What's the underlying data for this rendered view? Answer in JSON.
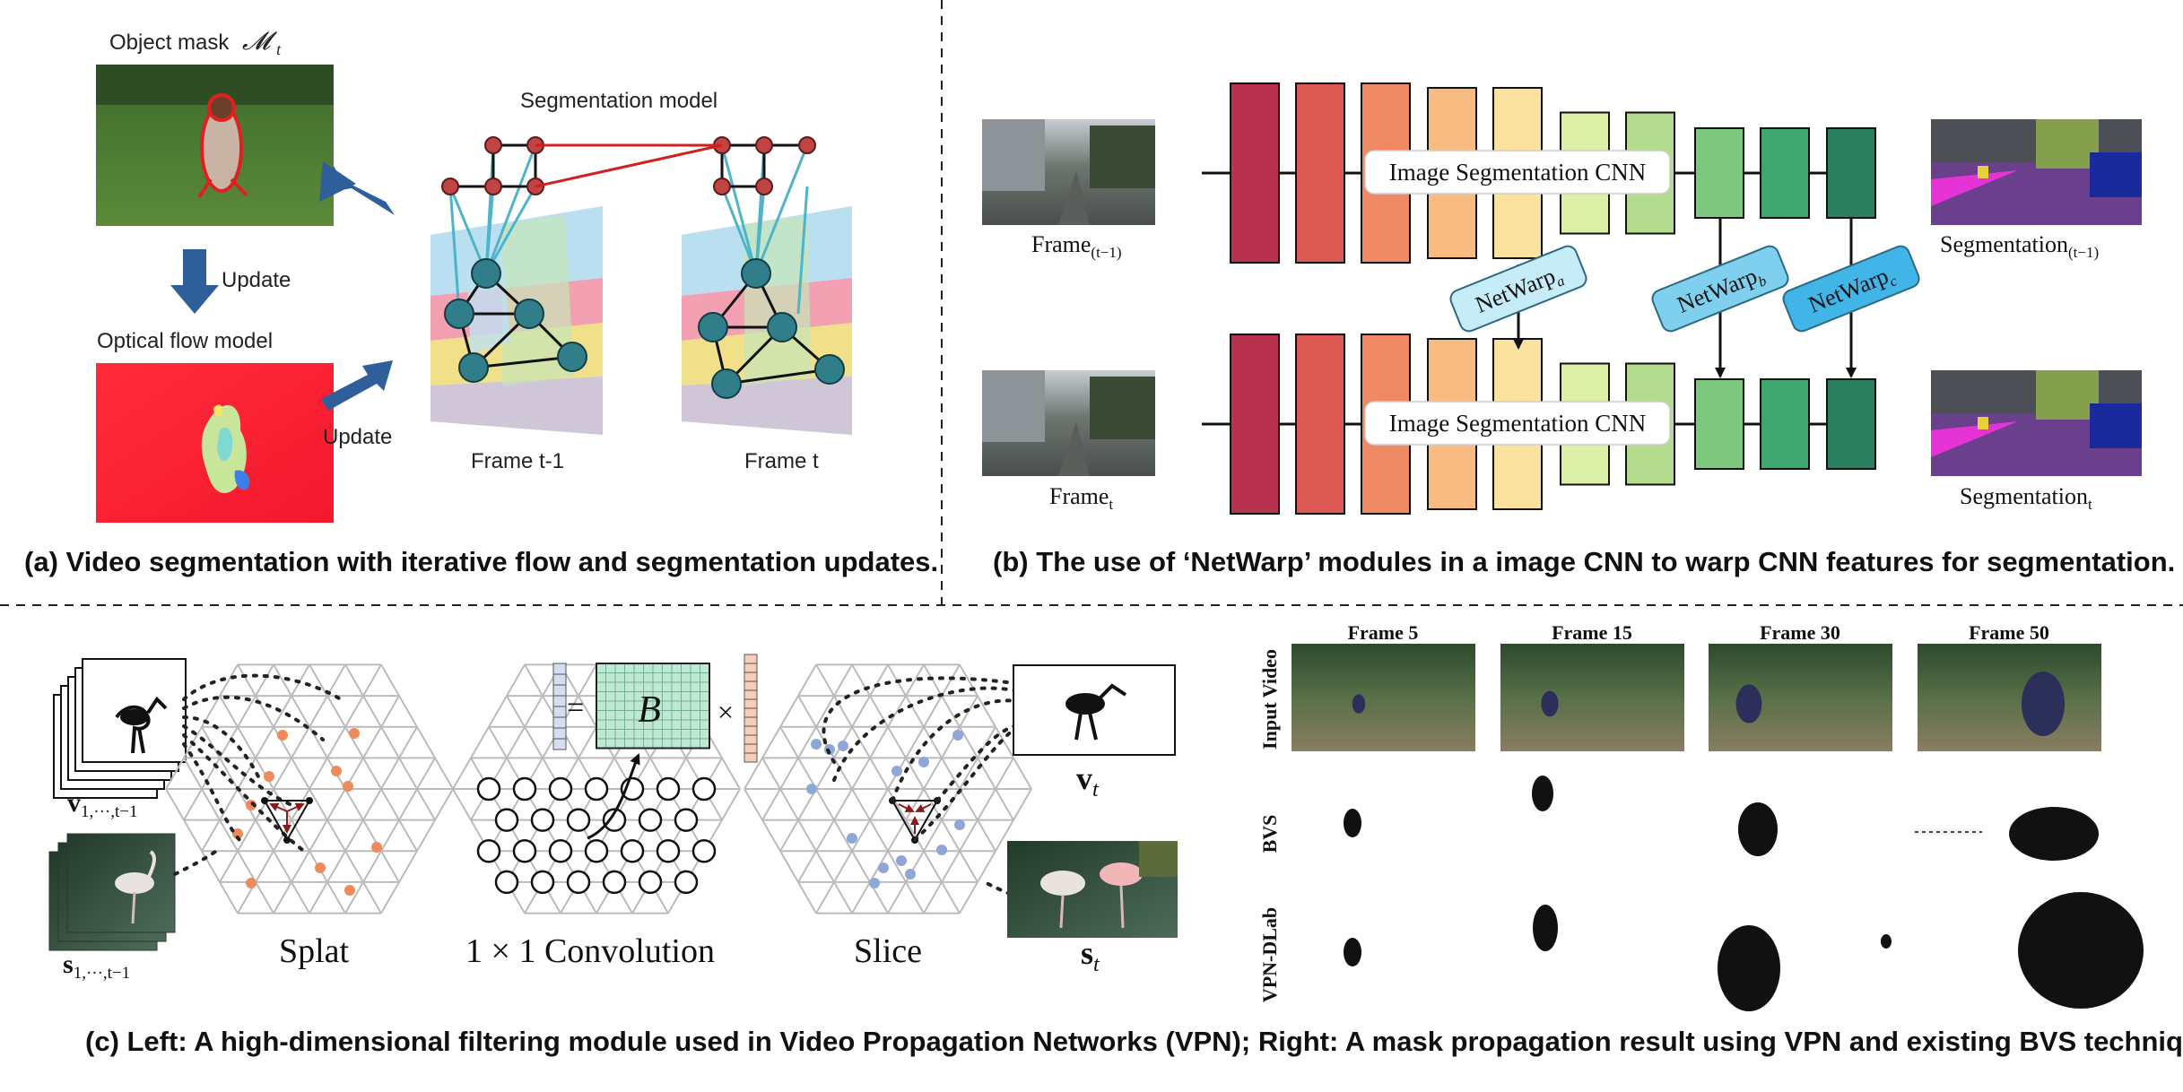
{
  "panel_a": {
    "object_mask_label": "Object mask",
    "object_mask_symbol": "𝓜",
    "object_mask_sub": "t",
    "update_label_1": "Update",
    "optical_flow_label": "Optical flow model",
    "update_label_2": "Update",
    "segmentation_model_label": "Segmentation model",
    "frame_t1_label": "Frame t-1",
    "frame_t_label": "Frame t",
    "caption": "(a) Video segmentation with iterative flow and segmentation updates."
  },
  "panel_b": {
    "frame_prev_label": "Frame",
    "frame_prev_sub": "(t−1)",
    "frame_cur_label": "Frame",
    "frame_cur_sub": "t",
    "cnn_label_top": "Image Segmentation CNN",
    "cnn_label_bottom": "Image Segmentation CNN",
    "netwarp_a": "NetWarp",
    "netwarp_a_sub": "a",
    "netwarp_b": "NetWarp",
    "netwarp_b_sub": "b",
    "netwarp_c": "NetWarp",
    "netwarp_c_sub": "c",
    "seg_prev_label": "Segmentation",
    "seg_prev_sub": "(t−1)",
    "seg_cur_label": "Segmentation",
    "seg_cur_sub": "t",
    "caption": "(b) The use of ‘NetWarp’ modules in a image CNN to warp CNN features for segmentation.",
    "layer_colors": [
      "#b8324f",
      "#dd5a54",
      "#f08a64",
      "#f8bb82",
      "#fbe29e",
      "#dcefa6",
      "#b3dc8f",
      "#7ec77e",
      "#3fa66f",
      "#2a7f5e"
    ]
  },
  "panel_c": {
    "v_label": "v",
    "v_sub": "1,···,t−1",
    "s_label": "s",
    "s_sub": "1,···,t−1",
    "splat_label": "Splat",
    "conv_label": "1 × 1 Convolution",
    "b_label": "B",
    "equals": "=",
    "times": "×",
    "slice_label": "Slice",
    "vt_label": "v",
    "vt_sub": "t",
    "st_label": "s",
    "st_sub": "t",
    "frame_headers": [
      "Frame 5",
      "Frame 15",
      "Frame 30",
      "Frame 50"
    ],
    "row_labels": [
      "Input Video",
      "BVS",
      "VPN-DLab"
    ],
    "caption": "(c) Left: A high-dimensional filtering module used in Video Propagation Networks (VPN); Right: A mask propagation result using VPN and existing BVS technique."
  }
}
